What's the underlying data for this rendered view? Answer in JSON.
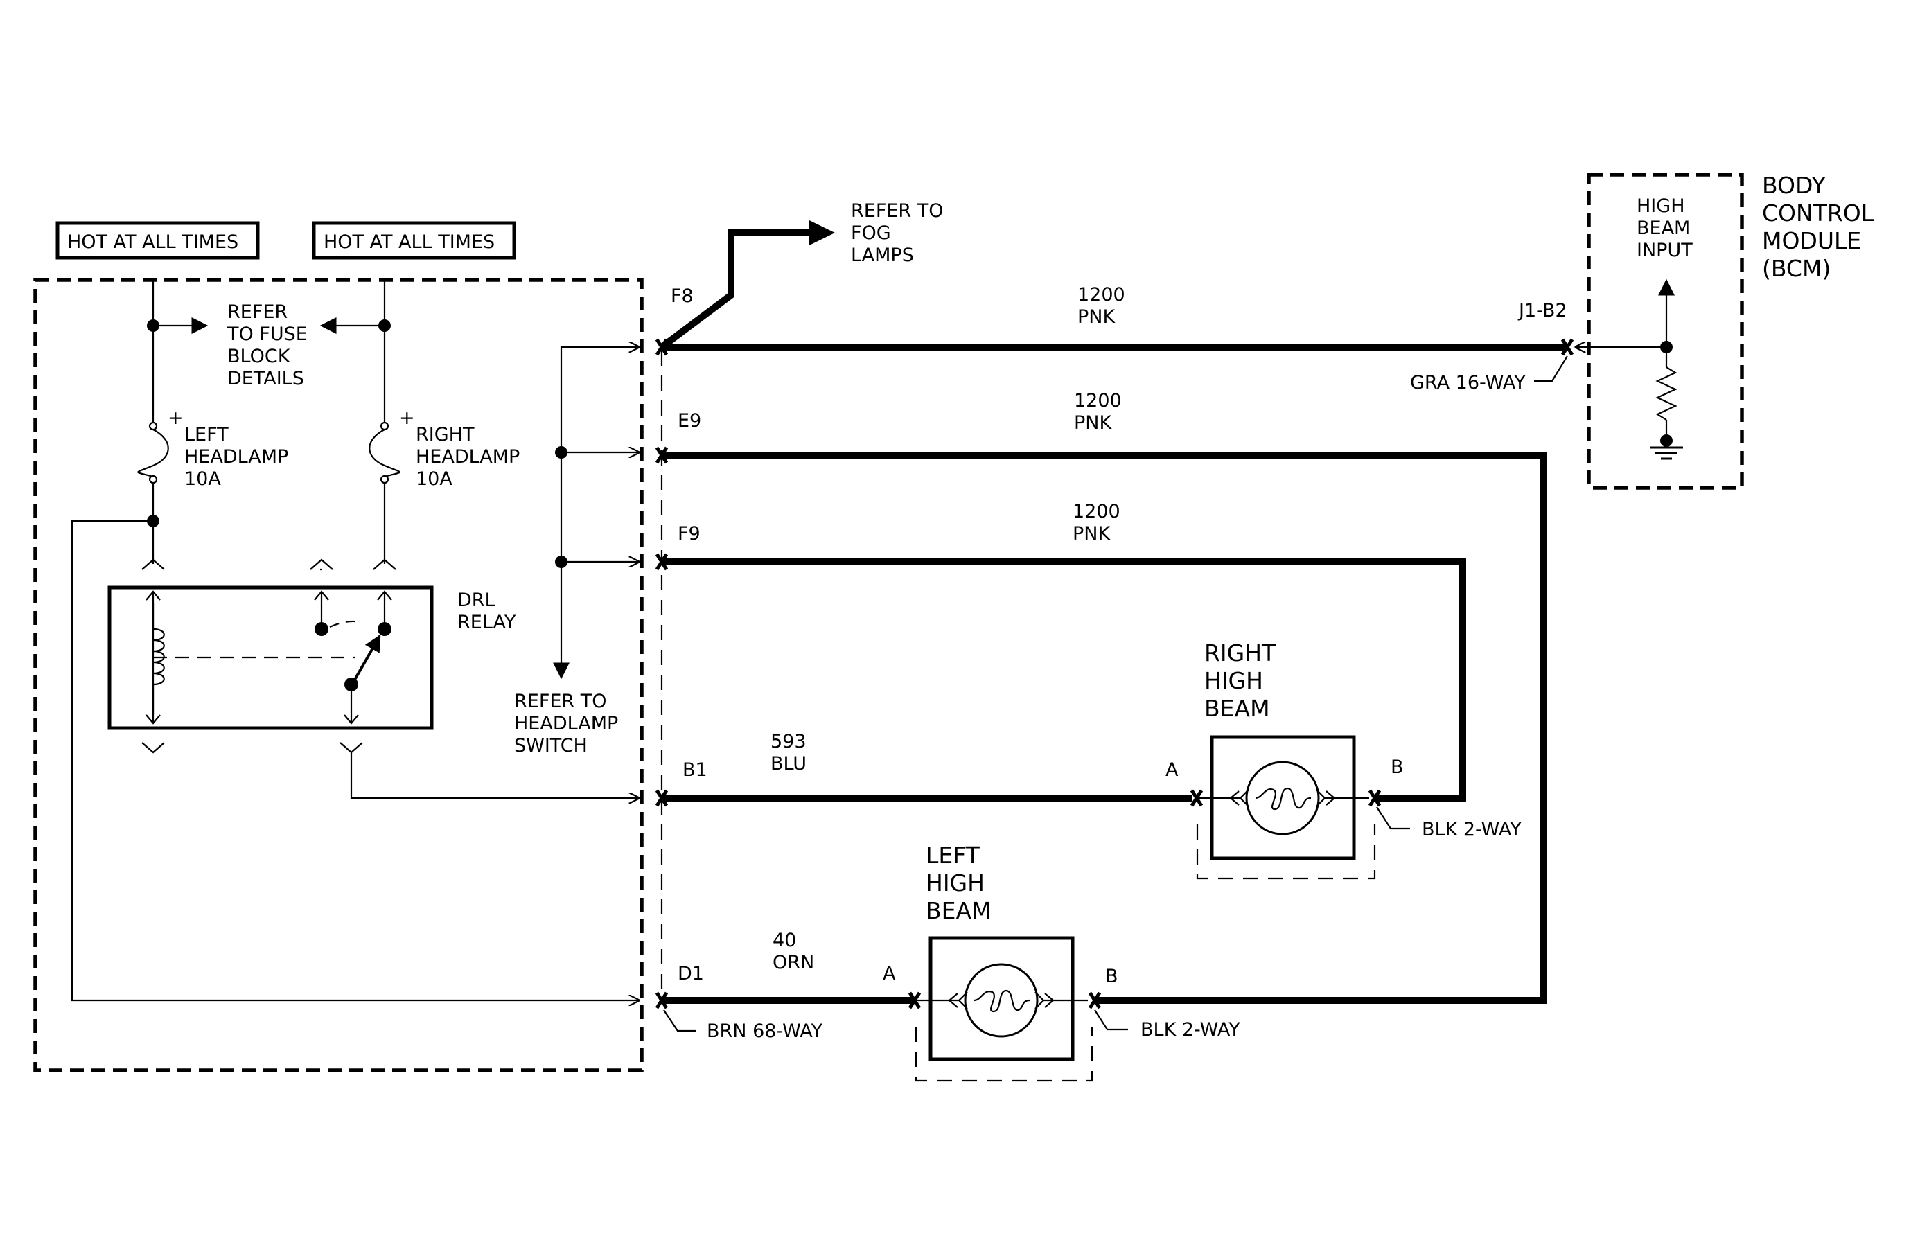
{
  "hot_labels": [
    "HOT AT ALL TIMES",
    "HOT AT ALL TIMES"
  ],
  "fuse_ref": [
    "REFER",
    "TO FUSE",
    "BLOCK",
    "DETAILS"
  ],
  "left_fuse": [
    "LEFT",
    "HEADLAMP",
    "10A"
  ],
  "right_fuse": [
    "RIGHT",
    "HEADLAMP",
    "10A"
  ],
  "plus_sign": "+",
  "relay": [
    "DRL",
    "RELAY"
  ],
  "headlamp_switch_ref": [
    "REFER TO",
    "HEADLAMP",
    "SWITCH"
  ],
  "fog_ref": [
    "REFER TO",
    "FOG",
    "LAMPS"
  ],
  "pins": {
    "f8": "F8",
    "e9": "E9",
    "f9": "F9",
    "b1": "B1",
    "d1": "D1",
    "bcm_pin": "J1-B2"
  },
  "wire_labels": {
    "f8": [
      "1200",
      "PNK"
    ],
    "e9": [
      "1200",
      "PNK"
    ],
    "f9": [
      "1200",
      "PNK"
    ],
    "b1": [
      "593",
      "BLU"
    ],
    "d1": [
      "40",
      "ORN"
    ]
  },
  "connectors": {
    "brn": "BRN 68-WAY",
    "gra": "GRA 16-WAY",
    "blk_right": "BLK 2-WAY",
    "blk_left": "BLK 2-WAY"
  },
  "right_beam": {
    "title": [
      "RIGHT",
      "HIGH",
      "BEAM"
    ],
    "pin_a": "A",
    "pin_b": "B"
  },
  "left_beam": {
    "title": [
      "LEFT",
      "HIGH",
      "BEAM"
    ],
    "pin_a": "A",
    "pin_b": "B"
  },
  "bcm": {
    "title": [
      "BODY",
      "CONTROL",
      "MODULE",
      "(BCM)"
    ],
    "input": [
      "HIGH",
      "BEAM",
      "INPUT"
    ]
  }
}
